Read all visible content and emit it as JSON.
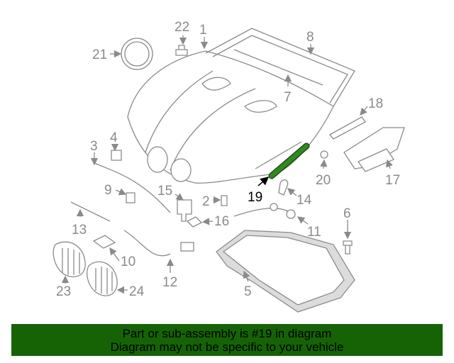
{
  "diagram": {
    "highlighted_part": "19",
    "highlight_color": "#2e8b1e",
    "callouts": {
      "p1": "1",
      "p2": "2",
      "p3": "3",
      "p4": "4",
      "p5": "5",
      "p6": "6",
      "p7": "7",
      "p8": "8",
      "p9": "9",
      "p10": "10",
      "p11": "11",
      "p12": "12",
      "p13": "13",
      "p14": "14",
      "p15": "15",
      "p16": "16",
      "p17": "17",
      "p18": "18",
      "p19": "19",
      "p20": "20",
      "p21": "21",
      "p22": "22",
      "p23": "23",
      "p24": "24"
    }
  },
  "banner": {
    "line1": "Part or sub-assembly is #19 in diagram",
    "line2": "Diagram may not be specific to your vehicle",
    "background": "#156305"
  }
}
